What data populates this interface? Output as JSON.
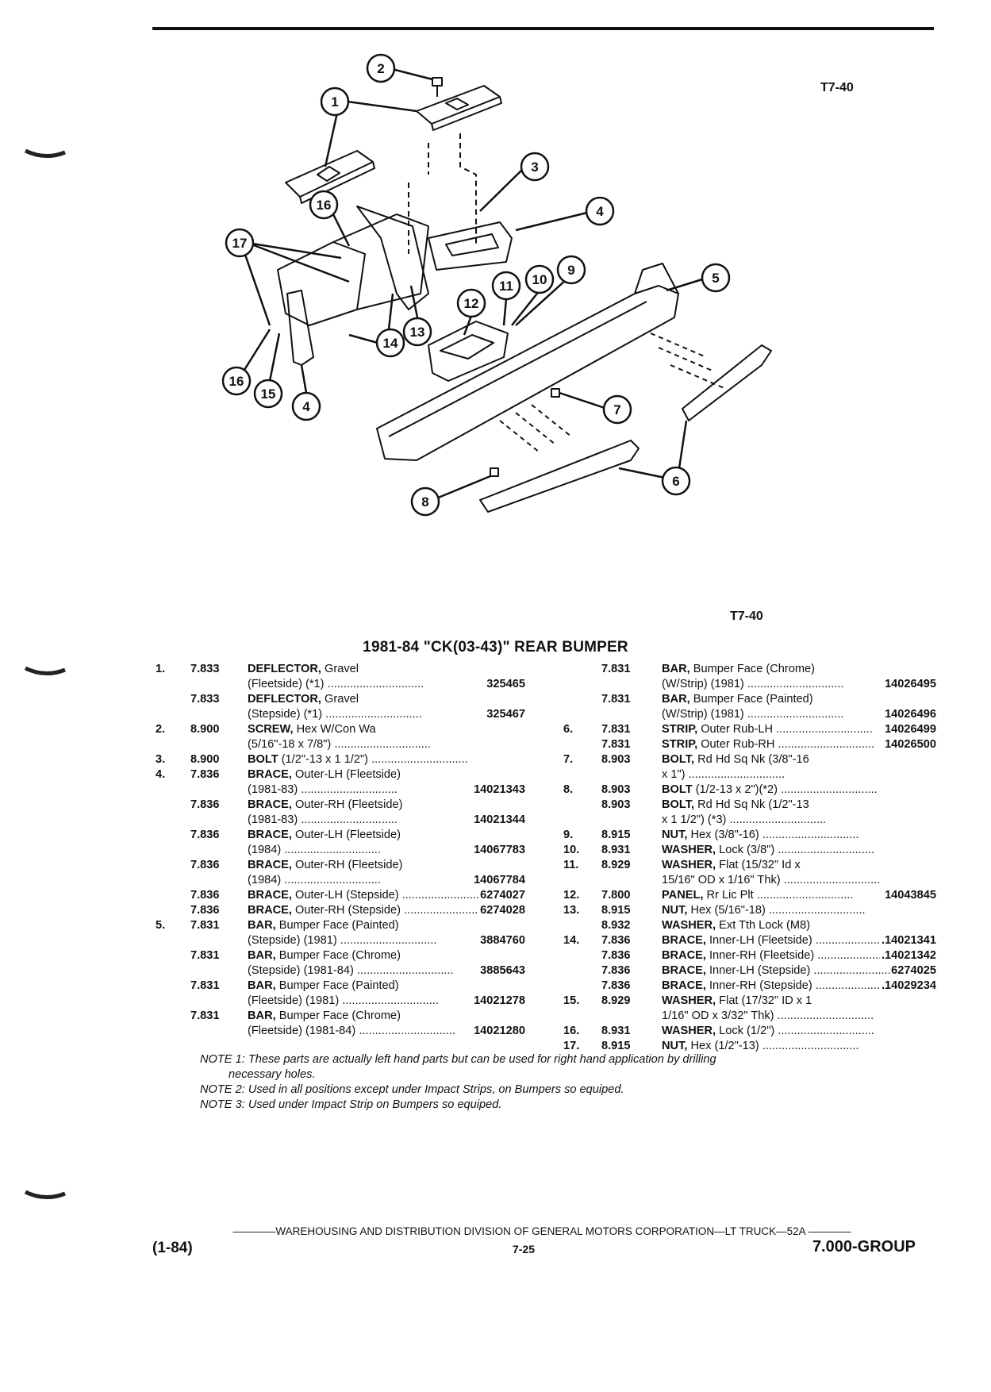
{
  "figure_code": "T7-40",
  "title": "1981-84 \"CK(03-43)\" REAR BUMPER",
  "callouts": [
    "1",
    "2",
    "3",
    "4",
    "4",
    "5",
    "6",
    "7",
    "8",
    "9",
    "10",
    "11",
    "12",
    "13",
    "14",
    "15",
    "16",
    "16",
    "17"
  ],
  "parts_left": [
    {
      "no": "1.",
      "group": "7.833",
      "name": "DEFLECTOR,",
      "detail": " Gravel",
      "part": ""
    },
    {
      "no": "",
      "group": "",
      "name": "",
      "detail": "(Fleetside) (*1) ..............................",
      "part": "325465"
    },
    {
      "no": "",
      "group": "7.833",
      "name": "DEFLECTOR,",
      "detail": " Gravel",
      "part": ""
    },
    {
      "no": "",
      "group": "",
      "name": "",
      "detail": "(Stepside) (*1) ..............................",
      "part": "325467"
    },
    {
      "no": "2.",
      "group": "8.900",
      "name": "SCREW,",
      "detail": " Hex W/Con Wa",
      "part": ""
    },
    {
      "no": "",
      "group": "",
      "name": "",
      "detail": "(5/16\"-18 x 7/8\") ..............................",
      "part": ""
    },
    {
      "no": "3.",
      "group": "8.900",
      "name": "BOLT",
      "detail": " (1/2\"-13 x 1 1/2\") ..............................",
      "part": ""
    },
    {
      "no": "4.",
      "group": "7.836",
      "name": "BRACE,",
      "detail": " Outer-LH (Fleetside)",
      "part": ""
    },
    {
      "no": "",
      "group": "",
      "name": "",
      "detail": "(1981-83) ..............................",
      "part": "14021343"
    },
    {
      "no": "",
      "group": "7.836",
      "name": "BRACE,",
      "detail": " Outer-RH (Fleetside)",
      "part": ""
    },
    {
      "no": "",
      "group": "",
      "name": "",
      "detail": "(1981-83) ..............................",
      "part": "14021344"
    },
    {
      "no": "",
      "group": "7.836",
      "name": "BRACE,",
      "detail": " Outer-LH (Fleetside)",
      "part": ""
    },
    {
      "no": "",
      "group": "",
      "name": "",
      "detail": "(1984) ..............................",
      "part": "14067783"
    },
    {
      "no": "",
      "group": "7.836",
      "name": "BRACE,",
      "detail": " Outer-RH (Fleetside)",
      "part": ""
    },
    {
      "no": "",
      "group": "",
      "name": "",
      "detail": "(1984) ..............................",
      "part": "14067784"
    },
    {
      "no": "",
      "group": "7.836",
      "name": "BRACE,",
      "detail": " Outer-LH (Stepside) ..............................",
      "part": "6274027"
    },
    {
      "no": "",
      "group": "7.836",
      "name": "BRACE,",
      "detail": " Outer-RH (Stepside) ..............................",
      "part": "6274028"
    },
    {
      "no": "5.",
      "group": "7.831",
      "name": "BAR,",
      "detail": " Bumper Face (Painted)",
      "part": ""
    },
    {
      "no": "",
      "group": "",
      "name": "",
      "detail": "(Stepside) (1981) ..............................",
      "part": "3884760"
    },
    {
      "no": "",
      "group": "7.831",
      "name": "BAR,",
      "detail": " Bumper Face (Chrome)",
      "part": ""
    },
    {
      "no": "",
      "group": "",
      "name": "",
      "detail": "(Stepside) (1981-84) ..............................",
      "part": "3885643"
    },
    {
      "no": "",
      "group": "7.831",
      "name": "BAR,",
      "detail": " Bumper Face (Painted)",
      "part": ""
    },
    {
      "no": "",
      "group": "",
      "name": "",
      "detail": "(Fleetside) (1981) ..............................",
      "part": "14021278"
    },
    {
      "no": "",
      "group": "7.831",
      "name": "BAR,",
      "detail": " Bumper Face (Chrome)",
      "part": ""
    },
    {
      "no": "",
      "group": "",
      "name": "",
      "detail": "(Fleetside) (1981-84) ..............................",
      "part": "14021280"
    }
  ],
  "parts_right": [
    {
      "no": "",
      "group": "7.831",
      "name": "BAR,",
      "detail": " Bumper Face (Chrome)",
      "part": ""
    },
    {
      "no": "",
      "group": "",
      "name": "",
      "detail": "(W/Strip) (1981) ..............................",
      "part": "14026495"
    },
    {
      "no": "",
      "group": "7.831",
      "name": "BAR,",
      "detail": " Bumper Face (Painted)",
      "part": ""
    },
    {
      "no": "",
      "group": "",
      "name": "",
      "detail": "(W/Strip) (1981) ..............................",
      "part": "14026496"
    },
    {
      "no": "6.",
      "group": "7.831",
      "name": "STRIP,",
      "detail": " Outer Rub-LH ..............................",
      "part": "14026499"
    },
    {
      "no": "",
      "group": "7.831",
      "name": "STRIP,",
      "detail": " Outer Rub-RH ..............................",
      "part": "14026500"
    },
    {
      "no": "7.",
      "group": "8.903",
      "name": "BOLT,",
      "detail": " Rd Hd Sq Nk (3/8\"-16",
      "part": ""
    },
    {
      "no": "",
      "group": "",
      "name": "",
      "detail": "x 1\") ..............................",
      "part": ""
    },
    {
      "no": "8.",
      "group": "8.903",
      "name": "BOLT",
      "detail": " (1/2-13 x 2\")(*2) ..............................",
      "part": ""
    },
    {
      "no": "",
      "group": "8.903",
      "name": "BOLT,",
      "detail": " Rd Hd Sq Nk (1/2\"-13",
      "part": ""
    },
    {
      "no": "",
      "group": "",
      "name": "",
      "detail": "x 1 1/2\") (*3) ..............................",
      "part": ""
    },
    {
      "no": "9.",
      "group": "8.915",
      "name": "NUT,",
      "detail": " Hex (3/8\"-16) ..............................",
      "part": ""
    },
    {
      "no": "10.",
      "group": "8.931",
      "name": "WASHER,",
      "detail": " Lock (3/8\") ..............................",
      "part": ""
    },
    {
      "no": "11.",
      "group": "8.929",
      "name": "WASHER,",
      "detail": " Flat (15/32\" Id x",
      "part": ""
    },
    {
      "no": "",
      "group": "",
      "name": "",
      "detail": "15/16\" OD x 1/16\" Thk) ..............................",
      "part": ""
    },
    {
      "no": "12.",
      "group": "7.800",
      "name": "PANEL,",
      "detail": " Rr Lic Plt ..............................",
      "part": "14043845"
    },
    {
      "no": "13.",
      "group": "8.915",
      "name": "NUT,",
      "detail": " Hex (5/16\"-18) ..............................",
      "part": ""
    },
    {
      "no": "",
      "group": "8.932",
      "name": "WASHER,",
      "detail": " Ext Tth Lock (M8)",
      "part": ""
    },
    {
      "no": "14.",
      "group": "7.836",
      "name": "BRACE,",
      "detail": " Inner-LH (Fleetside) ..............................",
      "part": ".14021341"
    },
    {
      "no": "",
      "group": "7.836",
      "name": "BRACE,",
      "detail": " Inner-RH (Fleetside) ..............................",
      "part": ".14021342"
    },
    {
      "no": "",
      "group": "7.836",
      "name": "BRACE,",
      "detail": " Inner-LH (Stepside) ..............................",
      "part": "6274025"
    },
    {
      "no": "",
      "group": "7.836",
      "name": "BRACE,",
      "detail": " Inner-RH (Stepside) ..............................",
      "part": ".14029234"
    },
    {
      "no": "15.",
      "group": "8.929",
      "name": "WASHER,",
      "detail": " Flat (17/32\" ID x 1",
      "part": ""
    },
    {
      "no": "",
      "group": "",
      "name": "",
      "detail": "1/16\" OD x 3/32\" Thk) ..............................",
      "part": ""
    },
    {
      "no": "16.",
      "group": "8.931",
      "name": "WASHER,",
      "detail": " Lock (1/2\") ..............................",
      "part": ""
    },
    {
      "no": "17.",
      "group": "8.915",
      "name": "NUT,",
      "detail": " Hex (1/2\"-13) ..............................",
      "part": ""
    }
  ],
  "notes": {
    "note1_a": "NOTE 1: These parts are actually left hand parts but can be used for right hand application by drilling",
    "note1_b": "necessary holes.",
    "note2": "NOTE 2: Used in all positions except under Impact Strips, on Bumpers so equiped.",
    "note3": "NOTE 3: Used under Impact Strip on Bumpers so equiped."
  },
  "footer": {
    "division": "————WAREHOUSING AND DISTRIBUTION DIVISION OF GENERAL MOTORS CORPORATION—LT TRUCK—52A ————",
    "date_code": "(1-84)",
    "page": "7-25",
    "group": "7.000-GROUP"
  }
}
